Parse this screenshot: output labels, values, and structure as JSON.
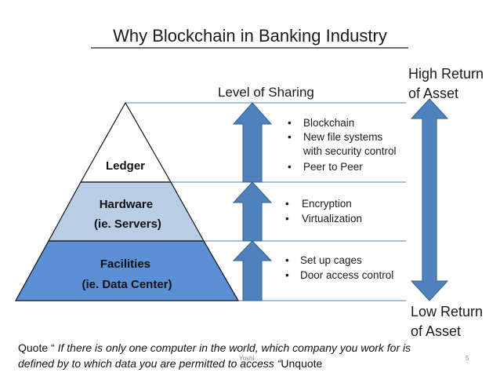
{
  "title": "Why Blockchain in Banking Industry",
  "level_heading": "Level of Sharing",
  "high_return": [
    "High Return",
    "of Asset"
  ],
  "low_return": [
    "Low Return",
    "of Asset"
  ],
  "tiers": [
    {
      "lines": [
        "Ledger"
      ],
      "color": "#ffffff"
    },
    {
      "lines": [
        "Hardware",
        "(ie. Servers)"
      ],
      "color": "#b9cde5"
    },
    {
      "lines": [
        "Facilities",
        "(ie. Data Center)"
      ],
      "color": "#5b8fd6"
    }
  ],
  "bullet_groups": [
    [
      "Blockchain",
      "New file systems",
      "with security control",
      "Peer to Peer"
    ],
    [
      "Encryption",
      "Virtualization"
    ],
    [
      "Set up cages",
      "Door access control"
    ]
  ],
  "quote": {
    "line1_prefix": "Quote “",
    "line1_italic": " If there is only one computer in the world,  which company you work for is",
    "line2_italic": "defined by to which data you are permitted to access “",
    "line2_suffix": "Unquote"
  },
  "footer_author": "Yoshi",
  "page_number": "5",
  "colors": {
    "arrow_fill": "#4f81bd",
    "arrow_stroke": "#2f5f8f",
    "line": "#4f81bd"
  }
}
